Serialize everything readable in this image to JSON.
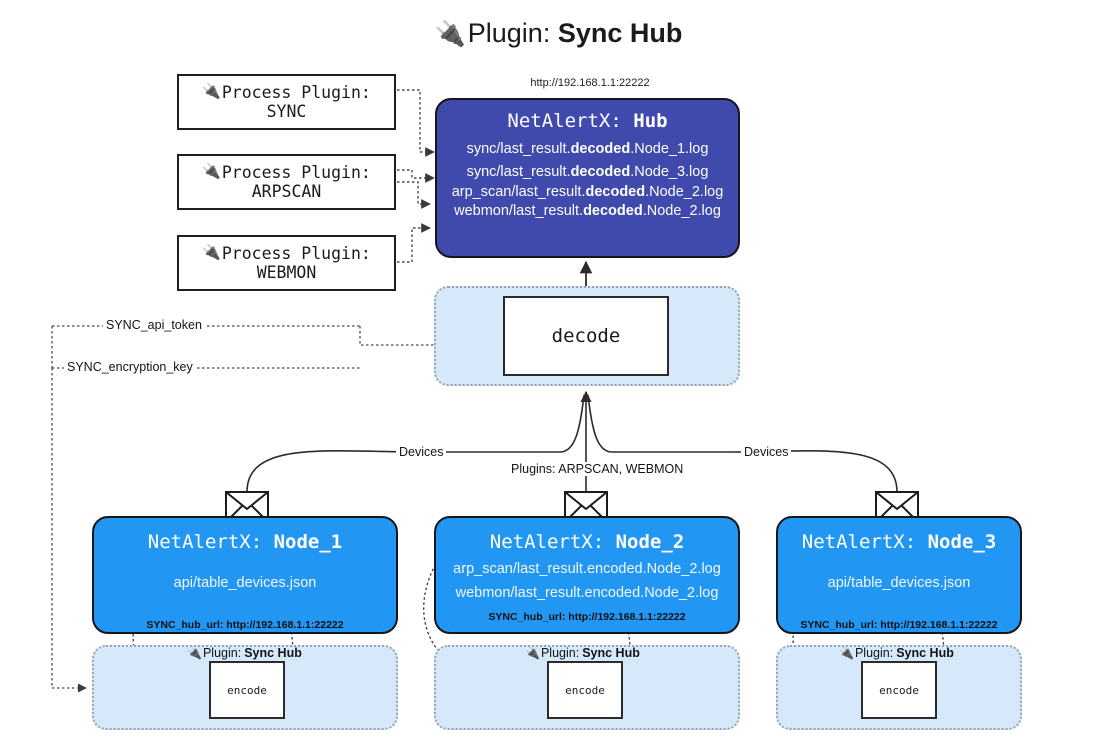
{
  "title": {
    "icon": "plug-icon",
    "prefix": "Plugin:",
    "name": "Sync Hub"
  },
  "hub": {
    "url": "http://192.168.1.1:22222",
    "title_prefix": "NetAlertX:",
    "title_name": "Hub",
    "lines": [
      {
        "pre": "sync/last_result.",
        "bold": "decoded",
        "post": ".Node_1.log"
      },
      {
        "pre": "sync/last_result.",
        "bold": "decoded",
        "post": ".Node_3.log"
      },
      {
        "pre": "arp_scan/last_result.",
        "bold": "decoded",
        "post": ".Node_2.log"
      },
      {
        "pre": "webmon/last_result.",
        "bold": "decoded",
        "post": ".Node_2.log"
      }
    ],
    "color": "#404aad"
  },
  "process_plugins": [
    {
      "icon": "plug-icon",
      "label": "Process Plugin:",
      "name": "SYNC"
    },
    {
      "icon": "plug-icon",
      "label": "Process Plugin:",
      "name": "ARPSCAN"
    },
    {
      "icon": "plug-icon",
      "label": "Process Plugin:",
      "name": "WEBMON"
    }
  ],
  "decode": {
    "label": "decode"
  },
  "secrets": [
    {
      "label": "SYNC_api_token"
    },
    {
      "label": "SYNC_encryption_key"
    }
  ],
  "edge_labels": {
    "devices_left": "Devices",
    "devices_right": "Devices",
    "plugins_center": "Plugins: ARPSCAN, WEBMON"
  },
  "nodes": [
    {
      "title_prefix": "NetAlertX:",
      "title_name": "Node_1",
      "lines": [
        "api/table_devices.json"
      ],
      "footer": "SYNC_hub_url: http://192.168.1.1:22222",
      "color": "#2196f3"
    },
    {
      "title_prefix": "NetAlertX:",
      "title_name": "Node_2",
      "lines": [
        "arp_scan/last_result.encoded.Node_2.log",
        "webmon/last_result.encoded.Node_2.log"
      ],
      "footer": "SYNC_hub_url: http://192.168.1.1:22222",
      "color": "#2196f3"
    },
    {
      "title_prefix": "NetAlertX:",
      "title_name": "Node_3",
      "lines": [
        "api/table_devices.json"
      ],
      "footer": "SYNC_hub_url: http://192.168.1.1:22222",
      "color": "#2196f3"
    }
  ],
  "bottom_plugins": [
    {
      "icon": "plug-icon",
      "prefix": "Plugin:",
      "name": "Sync Hub",
      "box_label": "encode"
    },
    {
      "icon": "plug-icon",
      "prefix": "Plugin:",
      "name": "Sync Hub",
      "box_label": "encode"
    },
    {
      "icon": "plug-icon",
      "prefix": "Plugin:",
      "name": "Sync Hub",
      "box_label": "encode"
    }
  ],
  "palette": {
    "hub_fill": "#404aad",
    "node_fill": "#2196f3",
    "container_fill": "#d6e9fb",
    "stroke": "#16161a",
    "dotted": "#4a4a4a"
  }
}
